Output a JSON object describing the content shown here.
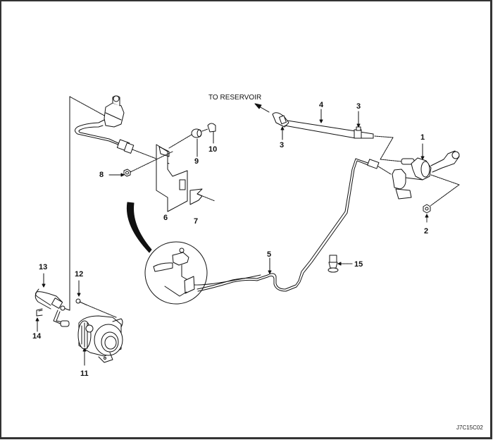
{
  "diagram": {
    "title": "Clutch hydraulic system exploded view",
    "reference_code": "J7C15C02",
    "annotation": "TO RESERVOIR",
    "callouts": [
      {
        "id": "1",
        "label": "1"
      },
      {
        "id": "2",
        "label": "2"
      },
      {
        "id": "3a",
        "label": "3"
      },
      {
        "id": "3b",
        "label": "3"
      },
      {
        "id": "4",
        "label": "4"
      },
      {
        "id": "5",
        "label": "5"
      },
      {
        "id": "6",
        "label": "6"
      },
      {
        "id": "7",
        "label": "7"
      },
      {
        "id": "8",
        "label": "8"
      },
      {
        "id": "9",
        "label": "9"
      },
      {
        "id": "10",
        "label": "10"
      },
      {
        "id": "11",
        "label": "11"
      },
      {
        "id": "12",
        "label": "12"
      },
      {
        "id": "13",
        "label": "13"
      },
      {
        "id": "14",
        "label": "14"
      },
      {
        "id": "15",
        "label": "15"
      }
    ],
    "parts": [
      {
        "name": "clutch-master-cylinder",
        "callout": "1"
      },
      {
        "name": "nut",
        "callout": "2"
      },
      {
        "name": "hose-clamp",
        "callout": "3"
      },
      {
        "name": "reservoir-hose",
        "callout": "4"
      },
      {
        "name": "clutch-pipe",
        "callout": "5"
      },
      {
        "name": "bracket",
        "callout": "6"
      },
      {
        "name": "clip",
        "callout": "7"
      },
      {
        "name": "nut",
        "callout": "8"
      },
      {
        "name": "grommet",
        "callout": "9"
      },
      {
        "name": "cap",
        "callout": "10"
      },
      {
        "name": "concentric-slave-cylinder",
        "callout": "11"
      },
      {
        "name": "bolt",
        "callout": "12"
      },
      {
        "name": "slave-cylinder-hose",
        "callout": "13"
      },
      {
        "name": "retaining-clip",
        "callout": "14"
      },
      {
        "name": "bleeder-fitting",
        "callout": "15"
      }
    ]
  }
}
